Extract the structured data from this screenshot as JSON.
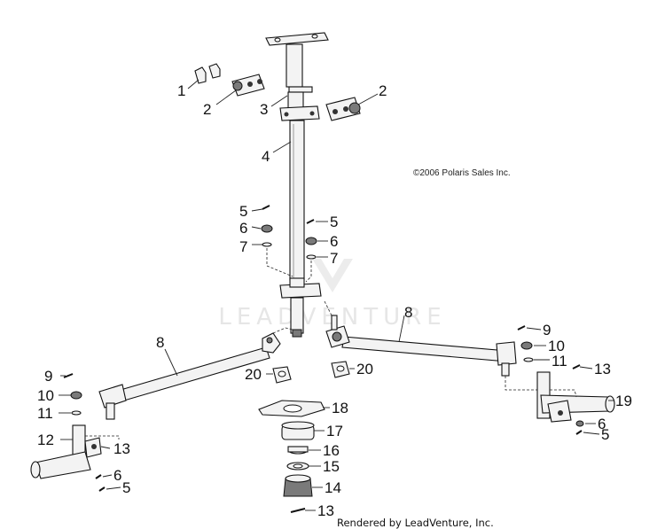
{
  "copyright": "©2006 Polaris Sales Inc.",
  "credit": "Rendered by LeadVenture, Inc.",
  "watermark": "LEADVENTURE",
  "callouts": [
    "1",
    "2",
    "2",
    "3",
    "4",
    "5",
    "6",
    "7",
    "5",
    "6",
    "7",
    "8",
    "8",
    "9",
    "10",
    "11",
    "12",
    "13",
    "6",
    "5",
    "20",
    "20",
    "18",
    "17",
    "16",
    "15",
    "14",
    "13",
    "9",
    "10",
    "11",
    "13",
    "19",
    "6",
    "5"
  ]
}
